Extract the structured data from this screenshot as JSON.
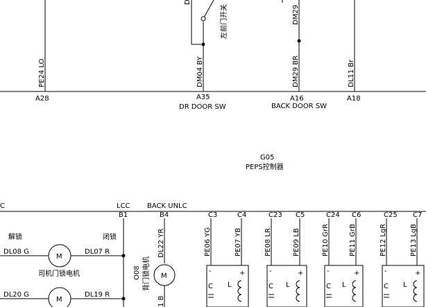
{
  "top": {
    "wires": [
      {
        "label": "PE24 LO",
        "pin": "A28"
      },
      {
        "label": "DM04 BY",
        "pin": "A35"
      },
      {
        "label": "DM29 BR",
        "pin": "A16"
      },
      {
        "label": "DL11 Br",
        "pin": "A18"
      }
    ],
    "wire_above_dm04": "D",
    "wire_above_dm29": "DM29",
    "switch_label": "左前门开关",
    "dr_door_sw": "DR DOOR SW",
    "back_door_sw": "BACK DOOR SW"
  },
  "ecu": {
    "code": "G05",
    "name": "PEPS控制器"
  },
  "connector_labels": {
    "c_left": "C",
    "lcc": "LCC",
    "lcc_pin": "B1",
    "back_unlc": "BACK UNLC",
    "back_unlc_pin": "B4"
  },
  "driver_lock": {
    "unlock": "解锁",
    "lock": "闭锁",
    "wire_dl08": "DL08 G",
    "wire_dl07": "DL07 R",
    "motor_symbol": "M",
    "motor_name": "司机门锁电机",
    "wire_dl20": "DL20 G",
    "wire_dl19": "DL19 R",
    "motor2_symbol": "M"
  },
  "back_lock": {
    "code": "O08",
    "name": "背门锁电机",
    "motor_symbol": "M",
    "wire_dl22": "DL22 YR",
    "wire_bottom": "1 B"
  },
  "antenna_groups": [
    {
      "pins": [
        "C3",
        "C4"
      ],
      "wires": [
        "PE06 YG",
        "PE07 YB"
      ]
    },
    {
      "pins": [
        "C23",
        "C5"
      ],
      "wires": [
        "PE08 LR",
        "PE09 LB"
      ]
    },
    {
      "pins": [
        "C24",
        "C6"
      ],
      "wires": [
        "PE10 GrR",
        "PE11 GrB"
      ]
    },
    {
      "pins": [
        "C25",
        "C7"
      ],
      "wires": [
        "PE12 LgR",
        "PE13 LgB"
      ]
    }
  ],
  "antenna_symbols": {
    "minus": "-",
    "plus": "+",
    "cap": "C",
    "coil": "L"
  }
}
